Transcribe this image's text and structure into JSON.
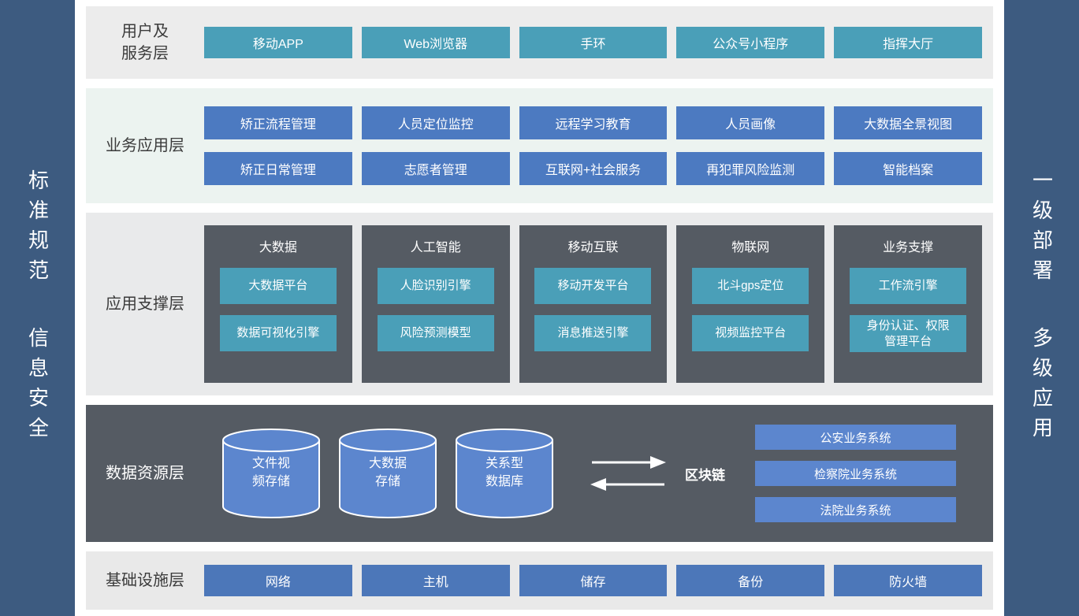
{
  "sidebars": {
    "left": [
      "标准规范",
      "信息安全"
    ],
    "right": [
      "一级部署",
      "多级应用"
    ]
  },
  "layers": {
    "user_service": {
      "label": "用户及服务层",
      "items": [
        "移动APP",
        "Web浏览器",
        "手环",
        "公众号小程序",
        "指挥大厅"
      ]
    },
    "business_app": {
      "label": "业务应用层",
      "rows": [
        [
          "矫正流程管理",
          "人员定位监控",
          "远程学习教育",
          "人员画像",
          "大数据全景视图"
        ],
        [
          "矫正日常管理",
          "志愿者管理",
          "互联网+社会服务",
          "再犯罪风险监测",
          "智能档案"
        ]
      ]
    },
    "app_support": {
      "label": "应用支撑层",
      "groups": [
        {
          "title": "大数据",
          "items": [
            "大数据平台",
            "数据可视化引擎"
          ]
        },
        {
          "title": "人工智能",
          "items": [
            "人脸识别引擎",
            "风险预测模型"
          ]
        },
        {
          "title": "移动互联",
          "items": [
            "移动开发平台",
            "消息推送引擎"
          ]
        },
        {
          "title": "物联网",
          "items": [
            "北斗gps定位",
            "视频监控平台"
          ]
        },
        {
          "title": "业务支撑",
          "items": [
            "工作流引擎",
            "身份认证、权限管理平台"
          ]
        }
      ]
    },
    "data_resource": {
      "label": "数据资源层",
      "databases": [
        "文件视频存储",
        "大数据存储",
        "关系型数据库"
      ],
      "blockchain": "区块链",
      "external_systems": [
        "公安业务系统",
        "检察院业务系统",
        "法院业务系统"
      ]
    },
    "infrastructure": {
      "label": "基础设施层",
      "items": [
        "网络",
        "主机",
        "储存",
        "备份",
        "防火墙"
      ]
    }
  },
  "colors": {
    "sidebar": "#3d5b80",
    "teal": "#4a9fb8",
    "blue": "#4c7ac1",
    "dark_panel": "#555b63",
    "cylinder_blue": "#5c86ce"
  }
}
